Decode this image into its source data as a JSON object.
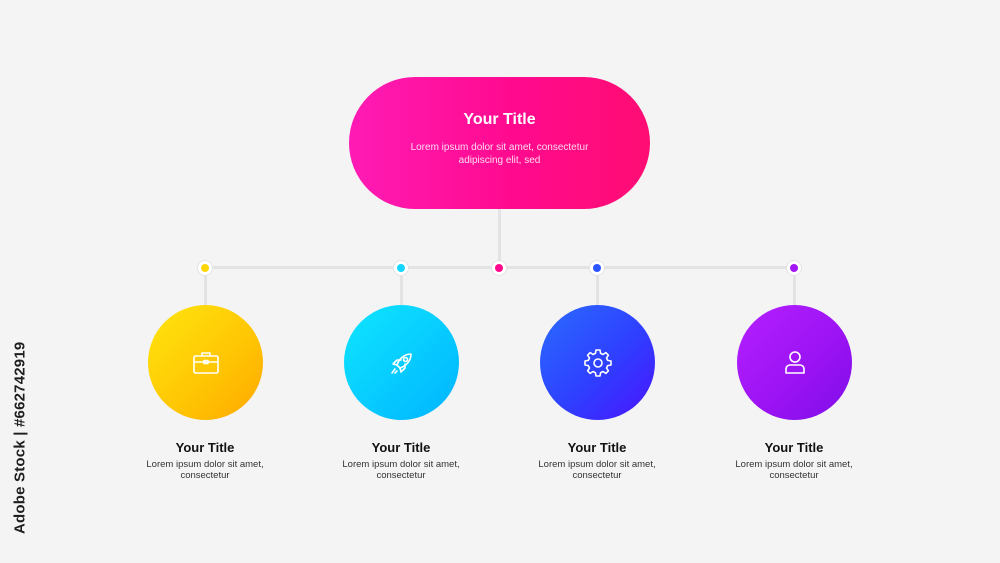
{
  "main": {
    "title": "Your Title",
    "description": "Lorem ipsum dolor sit amet, consectetur adipiscing elit, sed",
    "color": "#ff0a8e"
  },
  "items": [
    {
      "title": "Your Title",
      "description": "Lorem ipsum dolor sit amet, consectetur",
      "icon": "briefcase-icon",
      "color": "#ffc403",
      "dot_color": "#ffd60a"
    },
    {
      "title": "Your Title",
      "description": "Lorem ipsum dolor sit amet, consectetur",
      "icon": "rocket-icon",
      "color": "#06c8ff",
      "dot_color": "#12d6ff"
    },
    {
      "title": "Your Title",
      "description": "Lorem ipsum dolor sit amet, consectetur",
      "icon": "gear-icon",
      "color": "#2f3fff",
      "dot_color": "#2d55ff"
    },
    {
      "title": "Your Title",
      "description": "Lorem ipsum dolor sit amet, consectetur",
      "icon": "user-icon",
      "color": "#9a12f3",
      "dot_color": "#a317f7"
    }
  ],
  "center_dot_color": "#ff0a8e",
  "watermark": "Adobe Stock | #662742919"
}
